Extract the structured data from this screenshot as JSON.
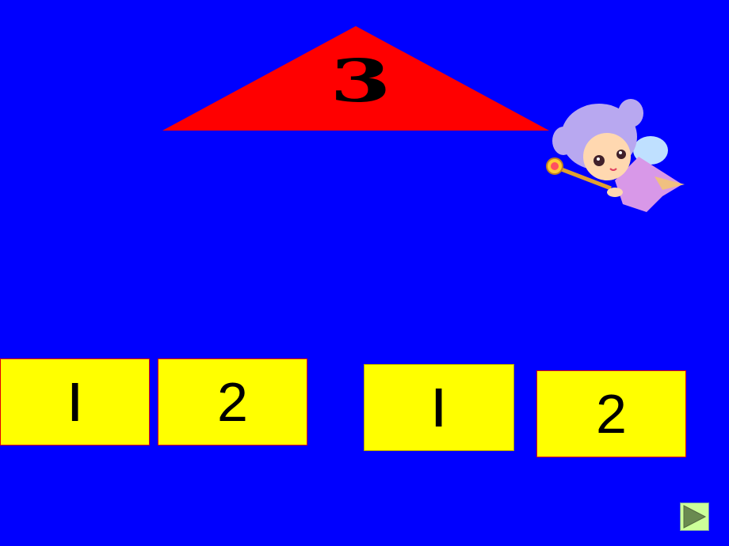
{
  "slide": {
    "background_color": "#0000ff",
    "triangle": {
      "number": "3",
      "color": "#ff0000"
    },
    "cards": [
      {
        "label": "I",
        "color": "#ffff00"
      },
      {
        "label": "2",
        "color": "#ffff00"
      },
      {
        "label": "I",
        "color": "#ffff00"
      },
      {
        "label": "2",
        "color": "#ffff00"
      }
    ],
    "decoration": {
      "icon": "fairy-icon"
    },
    "navigation": {
      "next_icon": "play-next-icon",
      "next_color": "#ccff99"
    }
  }
}
